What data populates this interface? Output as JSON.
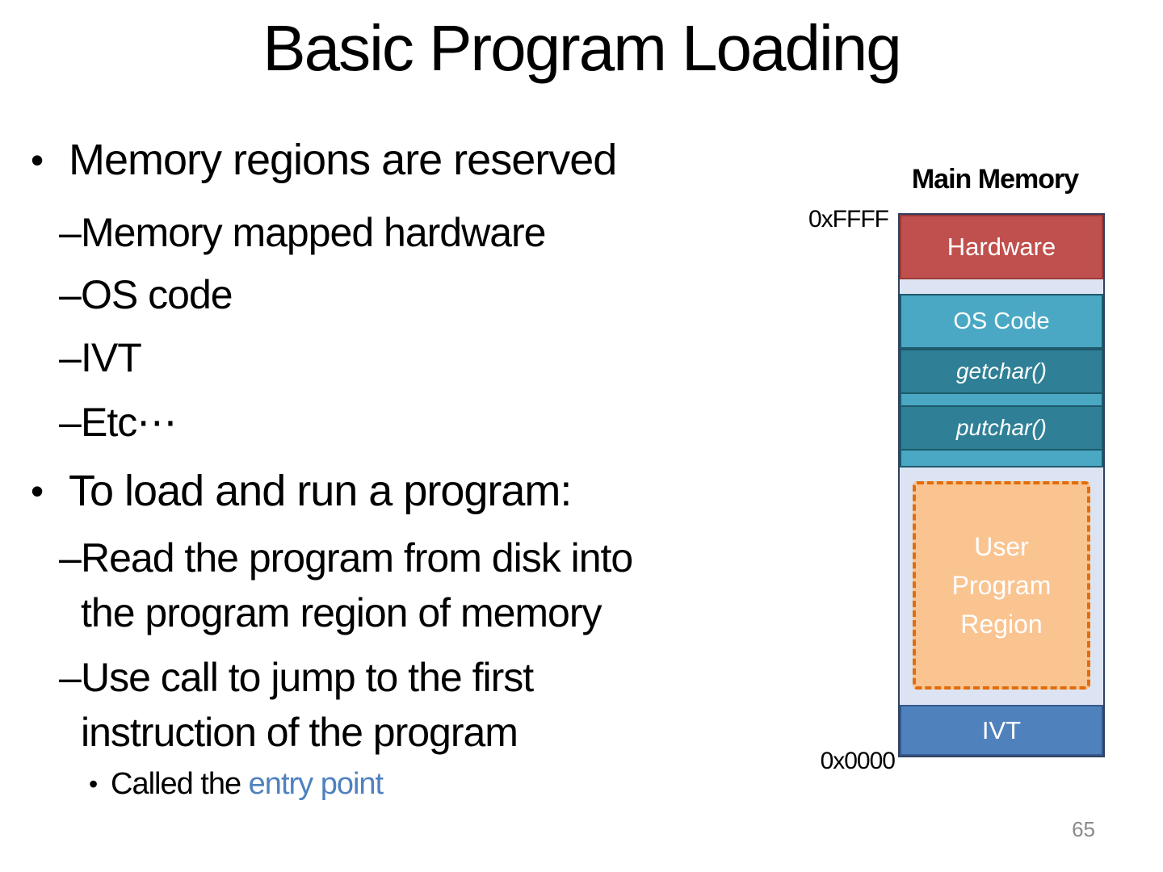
{
  "slide": {
    "title": "Basic Program Loading",
    "page_number": "65"
  },
  "markers": {
    "l1": "•",
    "l2": "–",
    "l3": "•"
  },
  "bullets": {
    "b1": "Memory regions are reserved",
    "b1_sub": [
      "Memory mapped hardware",
      "OS code",
      "IVT",
      "Etc⋯"
    ],
    "b2": "To load and run a program:",
    "b2_sub": [
      "Read the program from disk into\nthe program region of memory",
      "Use call to jump to the first\ninstruction of the program"
    ],
    "b3_prefix": "Called the ",
    "b3_highlight": "entry point"
  },
  "diagram": {
    "title": "Main Memory",
    "address_top": "0xFFFF",
    "address_bottom": "0x0000",
    "regions": {
      "hardware": "Hardware",
      "os_code": "OS Code",
      "getchar": "getchar()",
      "putchar": "putchar()",
      "user_program": "User\nProgram\nRegion",
      "ivt": "IVT"
    }
  },
  "colors": {
    "hardware-fill": "#C0504D",
    "hardware-border": "#9C3A37",
    "teal-light": "#4AA8C4",
    "teal-dark": "#2F8096",
    "teal-border": "#1D5A6B",
    "lavender": "#DCE3F2",
    "column-border": "#31415F",
    "ivt-fill": "#4F81BD",
    "ivt-border": "#36598C",
    "user-fill": "#FAC491",
    "user-border": "#E36C0A",
    "entry-point": "#4E81BE",
    "page-number": "#8A8A8A"
  }
}
